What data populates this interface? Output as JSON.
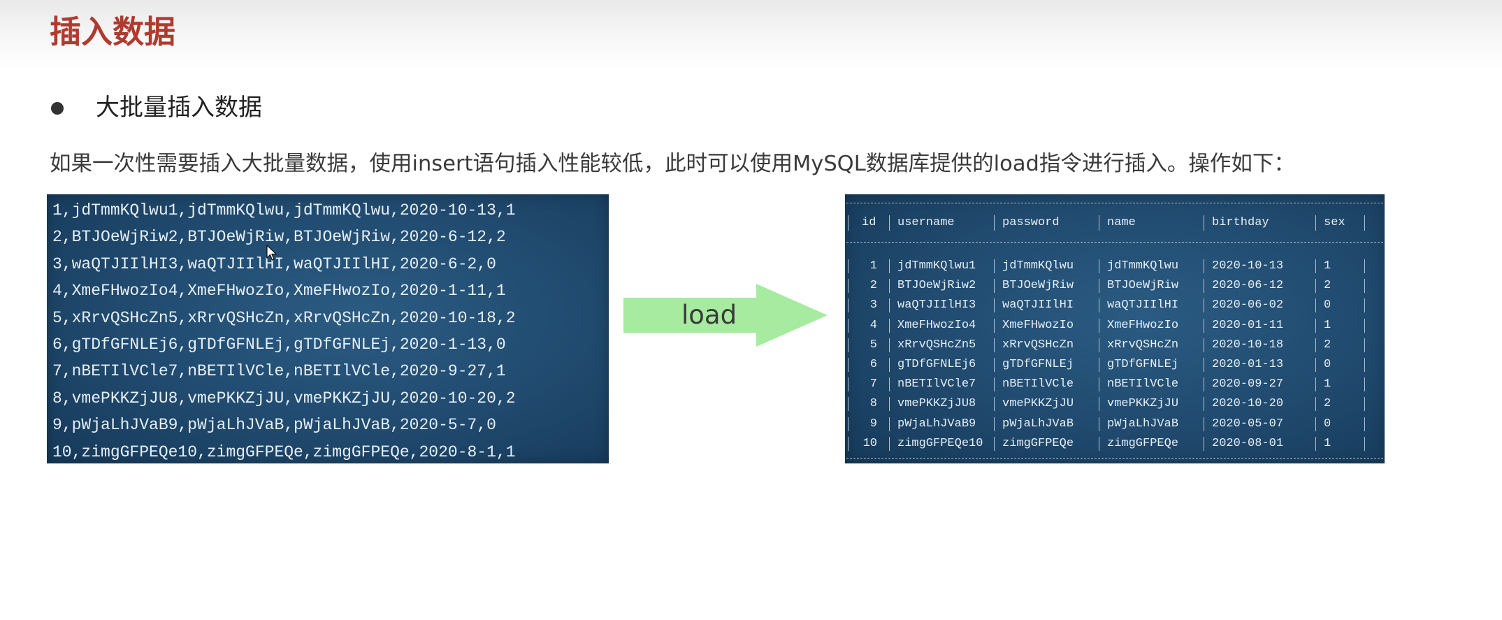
{
  "slide": {
    "title": "插入数据",
    "bullet": "大批量插入数据",
    "description": "如果一次性需要插入大批量数据，使用insert语句插入性能较低，此时可以使用MySQL数据库提供的load指令进行插入。操作如下："
  },
  "csv_lines": [
    "1,jdTmmKQlwu1,jdTmmKQlwu,jdTmmKQlwu,2020-10-13,1",
    "2,BTJOeWjRiw2,BTJOeWjRiw,BTJOeWjRiw,2020-6-12,2",
    "3,waQTJIIlHI3,waQTJIIlHI,waQTJIIlHI,2020-6-2,0",
    "4,XmeFHwozIo4,XmeFHwozIo,XmeFHwozIo,2020-1-11,1",
    "5,xRrvQSHcZn5,xRrvQSHcZn,xRrvQSHcZn,2020-10-18,2",
    "6,gTDfGFNLEj6,gTDfGFNLEj,gTDfGFNLEj,2020-1-13,0",
    "7,nBETIlVCle7,nBETIlVCle,nBETIlVCle,2020-9-27,1",
    "8,vmePKKZjJU8,vmePKKZjJU,vmePKKZjJU,2020-10-20,2",
    "9,pWjaLhJVaB9,pWjaLhJVaB,pWjaLhJVaB,2020-5-7,0",
    "10,zimgGFPEQe10,zimgGFPEQe,zimgGFPEQe,2020-8-1,1"
  ],
  "arrow": {
    "label": "load",
    "color": "#a6eba0"
  },
  "result_table": {
    "columns": [
      "id",
      "username",
      "password",
      "name",
      "birthday",
      "sex"
    ],
    "rows": [
      [
        "1",
        "jdTmmKQlwu1",
        "jdTmmKQlwu",
        "jdTmmKQlwu",
        "2020-10-13",
        "1"
      ],
      [
        "2",
        "BTJOeWjRiw2",
        "BTJOeWjRiw",
        "BTJOeWjRiw",
        "2020-06-12",
        "2"
      ],
      [
        "3",
        "waQTJIIlHI3",
        "waQTJIIlHI",
        "waQTJIIlHI",
        "2020-06-02",
        "0"
      ],
      [
        "4",
        "XmeFHwozIo4",
        "XmeFHwozIo",
        "XmeFHwozIo",
        "2020-01-11",
        "1"
      ],
      [
        "5",
        "xRrvQSHcZn5",
        "xRrvQSHcZn",
        "xRrvQSHcZn",
        "2020-10-18",
        "2"
      ],
      [
        "6",
        "gTDfGFNLEj6",
        "gTDfGFNLEj",
        "gTDfGFNLEj",
        "2020-01-13",
        "0"
      ],
      [
        "7",
        "nBETIlVCle7",
        "nBETIlVCle",
        "nBETIlVCle",
        "2020-09-27",
        "1"
      ],
      [
        "8",
        "vmePKKZjJU8",
        "vmePKKZjJU",
        "vmePKKZjJU",
        "2020-10-20",
        "2"
      ],
      [
        "9",
        "pWjaLhJVaB9",
        "pWjaLhJVaB",
        "pWjaLhJVaB",
        "2020-05-07",
        "0"
      ],
      [
        "10",
        "zimgGFPEQe10",
        "zimgGFPEQe",
        "zimgGFPEQe",
        "2020-08-01",
        "1"
      ]
    ]
  },
  "colors": {
    "title": "#b03a2e",
    "panel_bg": "#224d72",
    "panel_text": "#e7eef5"
  }
}
